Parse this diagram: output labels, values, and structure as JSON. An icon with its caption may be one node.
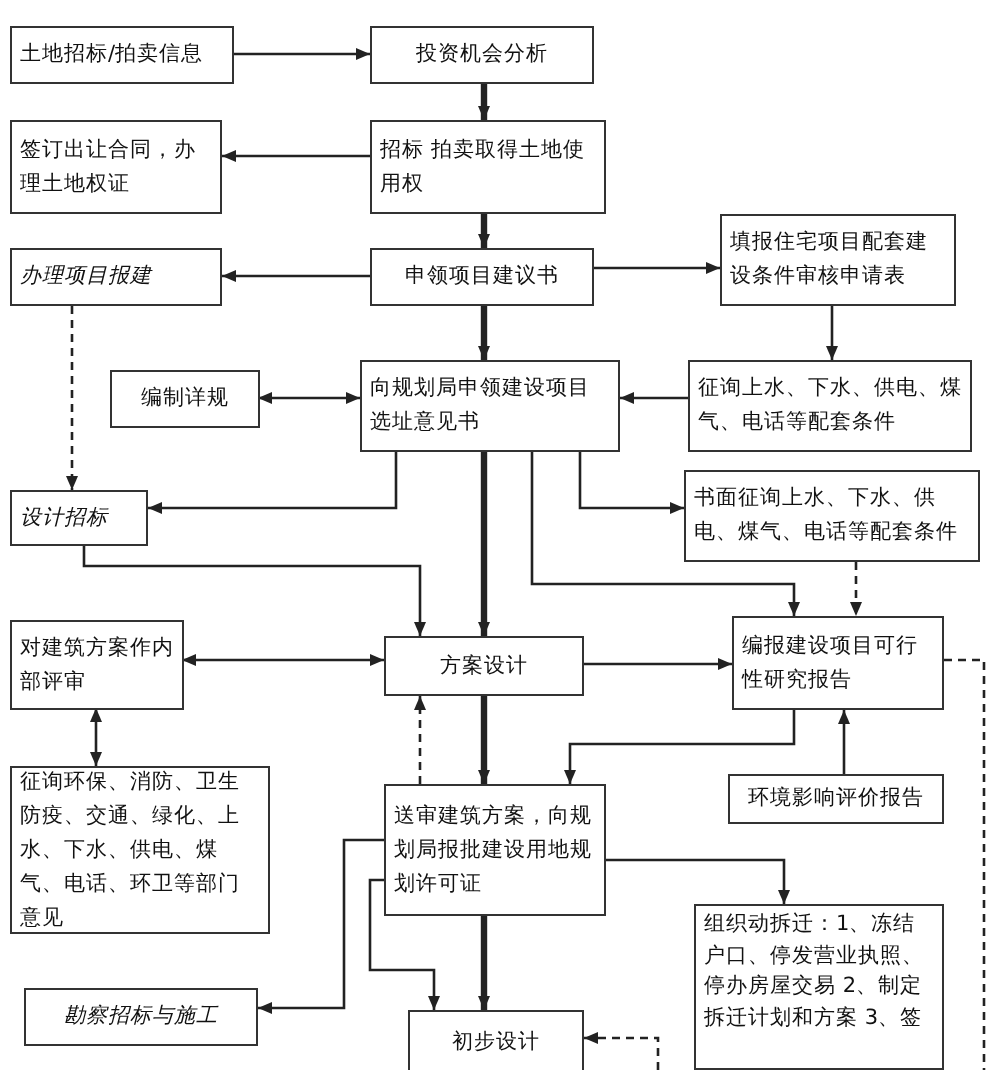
{
  "diagram": {
    "nodes": [
      {
        "text": [
          "土地招标/拍卖信息"
        ]
      },
      {
        "text": [
          "投资机会分析"
        ]
      },
      {
        "text": [
          "签订出让合同，办理土地权证"
        ]
      },
      {
        "text": [
          "招标 拍卖取得土地使用权"
        ]
      },
      {
        "text": [
          "办理项目报建"
        ]
      },
      {
        "text": [
          "申领项目建议书"
        ]
      },
      {
        "text": [
          "填报住宅项目配套建设条件审核申请表"
        ]
      },
      {
        "text": [
          "编制详规"
        ]
      },
      {
        "text": [
          "向规划局申领建设项目选址意见书"
        ]
      },
      {
        "text": [
          "征询上水、下水、供电、煤气、电话等配套条件"
        ]
      },
      {
        "text": [
          "设计招标"
        ]
      },
      {
        "text": [
          "书面征询上水、下水、供电、煤气、电话等配套条件"
        ]
      },
      {
        "text": [
          "对建筑方案作内部评审"
        ]
      },
      {
        "text": [
          "方案设计"
        ]
      },
      {
        "text": [
          "编报建设项目可行性研究报告"
        ]
      },
      {
        "text": [
          "征询环保、消防、卫生防疫、交通、绿化、上水、下水、供电、煤气、电话、环卫等部门意见"
        ]
      },
      {
        "text": [
          "环境影响评价报告"
        ]
      },
      {
        "text": [
          "送审建筑方案，向规划局报批建设用地规划许可证"
        ]
      },
      {
        "text": [
          "组织动拆迁：1、冻结户口、停发营业执照、停办房屋交易 2、制定拆迁计划和方案 3、签"
        ]
      },
      {
        "text": [
          "勘察招标与施工"
        ]
      },
      {
        "text": [
          "初步设计"
        ]
      }
    ],
    "edges": [
      {
        "from": 0,
        "to": 1,
        "arrow": "to"
      },
      {
        "from": 1,
        "to": 3,
        "arrow": "to",
        "style": "thick"
      },
      {
        "from": 3,
        "to": 2,
        "arrow": "to"
      },
      {
        "from": 3,
        "to": 5,
        "arrow": "to",
        "style": "thick"
      },
      {
        "from": 5,
        "to": 4,
        "arrow": "to"
      },
      {
        "from": 5,
        "to": 6,
        "arrow": "to"
      },
      {
        "from": 5,
        "to": 8,
        "arrow": "to",
        "style": "thick"
      },
      {
        "from": 6,
        "to": 9,
        "arrow": "to"
      },
      {
        "from": 9,
        "to": 8,
        "arrow": "to"
      },
      {
        "from": 7,
        "to": 8,
        "arrow": "both"
      },
      {
        "from": 4,
        "to": 10,
        "arrow": "to",
        "style": "dashed"
      },
      {
        "from": 8,
        "to": 10,
        "arrow": "to"
      },
      {
        "from": 8,
        "to": 11,
        "arrow": "to"
      },
      {
        "from": 8,
        "to": 13,
        "arrow": "to",
        "style": "thick"
      },
      {
        "from": 10,
        "to": 13,
        "arrow": "to"
      },
      {
        "from": 8,
        "to": 14,
        "arrow": "to"
      },
      {
        "from": 11,
        "to": 14,
        "arrow": "to",
        "style": "dashed"
      },
      {
        "from": 13,
        "to": 14,
        "arrow": "to"
      },
      {
        "from": 12,
        "to": 13,
        "arrow": "both"
      },
      {
        "from": 12,
        "to": 15,
        "arrow": "both"
      },
      {
        "from": 14,
        "to": 17,
        "arrow": "to"
      },
      {
        "from": 16,
        "to": 14,
        "arrow": "to"
      },
      {
        "from": 17,
        "to": 13,
        "arrow": "to",
        "style": "dashed"
      },
      {
        "from": 13,
        "to": 17,
        "arrow": "to",
        "style": "thick"
      },
      {
        "from": 17,
        "to": 18,
        "arrow": "to"
      },
      {
        "from": 17,
        "to": 19,
        "arrow": "to"
      },
      {
        "from": 17,
        "to": 20,
        "arrow": "to"
      },
      {
        "from": 17,
        "to": 20,
        "arrow": "to",
        "style": "thick"
      },
      {
        "from": 14,
        "to": null,
        "arrow": "none",
        "style": "dashed"
      },
      {
        "from": null,
        "to": 20,
        "arrow": "to",
        "style": "dashed"
      }
    ]
  }
}
